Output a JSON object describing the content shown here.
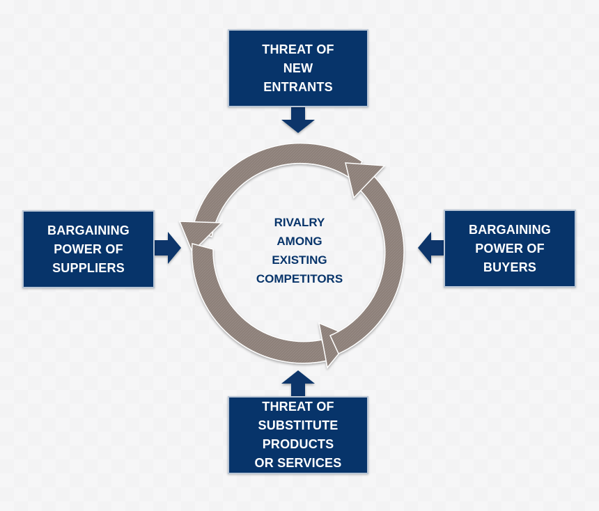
{
  "colors": {
    "box_fill": "#07346a",
    "box_border": "#b9c6d6",
    "cycle_arrow": "#8d8079",
    "center_text": "#07346a",
    "background": "#f6f6f7"
  },
  "center": {
    "label": "RIVALRY\nAMONG\nEXISTING\nCOMPETITORS"
  },
  "forces": {
    "top": {
      "label": "THREAT OF\nNEW\nENTRANTS"
    },
    "left": {
      "label": "BARGAINING\nPOWER OF\nSUPPLIERS"
    },
    "right": {
      "label": "BARGAINING\nPOWER OF\nBUYERS"
    },
    "bottom": {
      "label": "THREAT OF\nSUBSTITUTE\nPRODUCTS\nOR SERVICES"
    }
  },
  "icons": {
    "cycle": "circular-arrows-icon",
    "pointers": "arrow-icon"
  }
}
